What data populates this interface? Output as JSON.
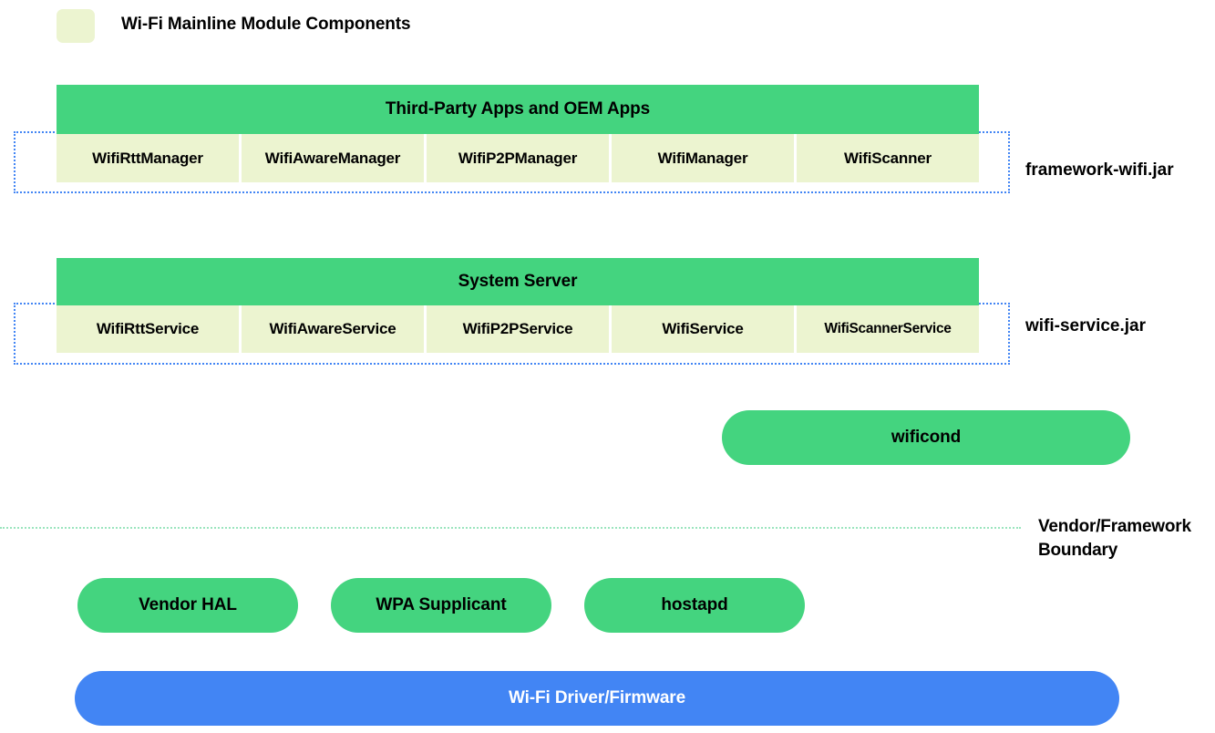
{
  "legend": {
    "swatch_color": "#ECF4D0",
    "label": "Wi-Fi Mainline Module Components"
  },
  "colors": {
    "mainline_component": "#ECF4D0",
    "framework_green": "#44D47F",
    "driver_blue": "#4285F4",
    "group_border_blue": "#4285F4",
    "boundary_green": "#9BE5BE"
  },
  "layers": {
    "apps": {
      "header": "Third-Party Apps and OEM Apps",
      "jar_label": "framework-wifi.jar",
      "components": [
        "WifiRttManager",
        "WifiAwareManager",
        "WifiP2PManager",
        "WifiManager",
        "WifiScanner"
      ]
    },
    "system_server": {
      "header": "System Server",
      "jar_label": "wifi-service.jar",
      "components": [
        "WifiRttService",
        "WifiAwareService",
        "WifiP2PService",
        "WifiService",
        "WifiScannerService"
      ]
    },
    "native": {
      "wificond": "wificond"
    },
    "boundary": {
      "label_line1": "Vendor/Framework",
      "label_line2": "Boundary"
    },
    "vendor": {
      "items": [
        "Vendor HAL",
        "WPA Supplicant",
        "hostapd"
      ]
    },
    "driver": {
      "label": "Wi-Fi Driver/Firmware"
    }
  }
}
